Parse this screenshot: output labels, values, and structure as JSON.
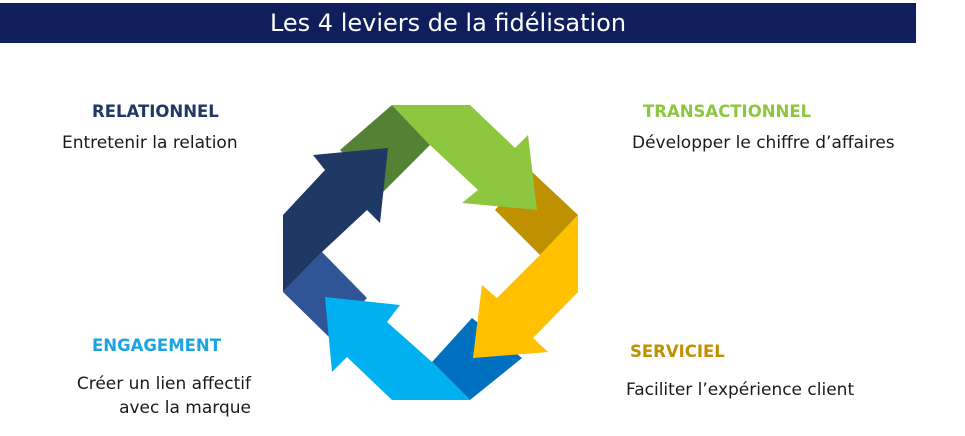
{
  "title": "Les 4 leviers de la fidélisation",
  "levers": {
    "relationnel": {
      "label": "RELATIONNEL",
      "text": "Entretenir la relation",
      "color": "#1f3864"
    },
    "transactionnel": {
      "label": "TRANSACTIONNEL",
      "text": "Développer le chiffre d’affaires",
      "color": "#8dc63f"
    },
    "engagement": {
      "label": "ENGAGEMENT",
      "text_line1": "Créer un lien affectif",
      "text_line2": "avec la marque",
      "color": "#1ca3e3"
    },
    "serviciel": {
      "label": "SERVICIEL",
      "text": "Faciliter l’expérience client",
      "color": "#bf9000"
    }
  },
  "cycle_colors": {
    "green_dark": "#548235",
    "green": "#8dc63f",
    "gold": "#bf9000",
    "yellow": "#ffc000",
    "blue_dark": "#0070c0",
    "blue_light": "#00b0f0",
    "blue_mid": "#2f5597",
    "navy": "#1f3864"
  }
}
